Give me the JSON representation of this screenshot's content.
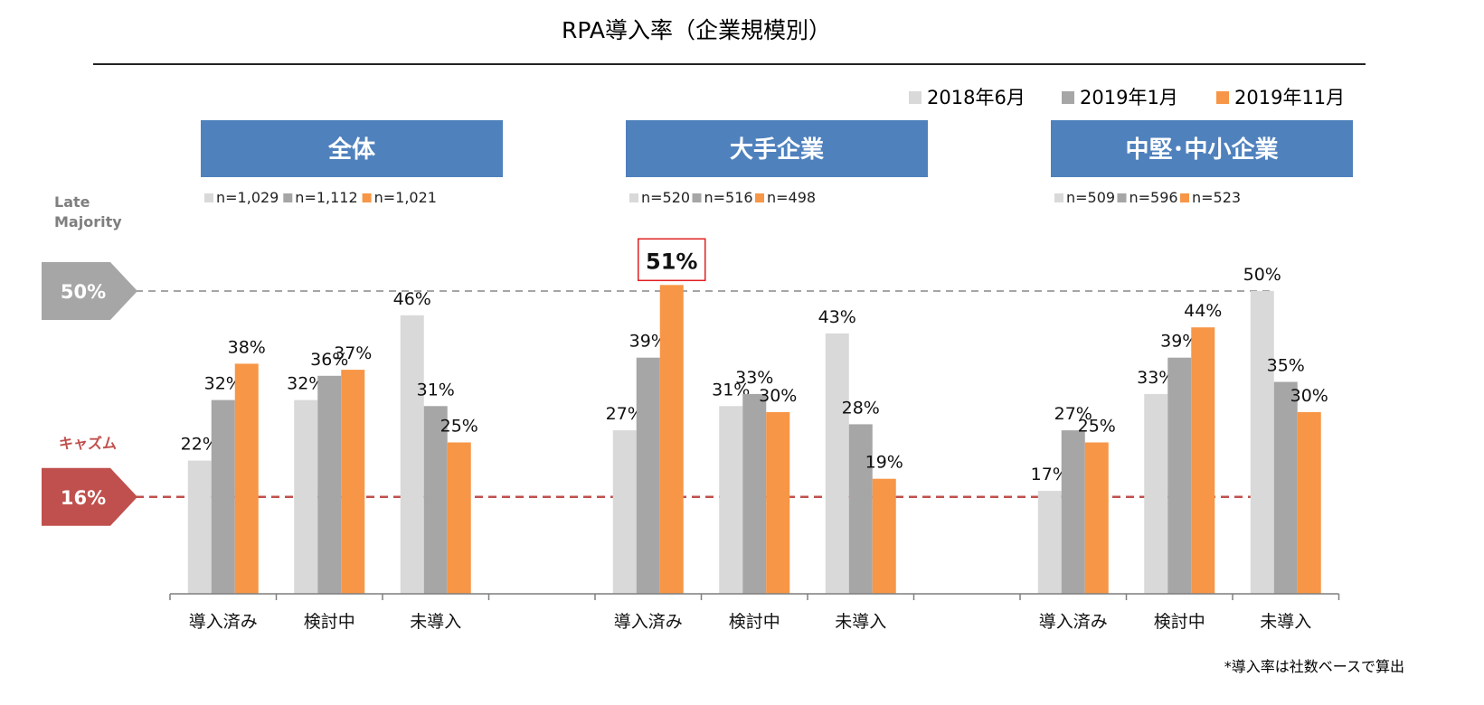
{
  "title": "RPA導入率（企業規模別）",
  "footnote": "*導入率は社数ベースで算出",
  "reference": {
    "late_majority_label_1": "Late",
    "late_majority_label_2": "Majority",
    "late_majority_value_label": "50%",
    "chasm_label": "キャズム",
    "chasm_value_label": "16%",
    "late_majority_color": "#a6a6a6",
    "chasm_color": "#c0504d"
  },
  "colors": {
    "s2018_06": "#d9d9d9",
    "s2019_01": "#a6a6a6",
    "s2019_11": "#f79646",
    "panel_header": "#4f81bd",
    "highlight_box": "#e02020"
  },
  "highlight_label": "51%",
  "chart_data": {
    "type": "bar",
    "ylim": [
      0,
      60
    ],
    "reference_lines": [
      50,
      16
    ],
    "categories": [
      "導入済み",
      "検討中",
      "未導入"
    ],
    "legend": [
      "2018年6月",
      "2019年1月",
      "2019年11月"
    ],
    "panels": [
      {
        "name": "全体",
        "n_labels": [
          "n=1,029",
          "n=1,112",
          "n=1,021"
        ],
        "series": [
          {
            "name": "2018年6月",
            "values": [
              22,
              32,
              46
            ]
          },
          {
            "name": "2019年1月",
            "values": [
              32,
              36,
              31
            ]
          },
          {
            "name": "2019年11月",
            "values": [
              38,
              37,
              25
            ]
          }
        ]
      },
      {
        "name": "大手企業",
        "n_labels": [
          "n=520",
          "n=516",
          "n=498"
        ],
        "series": [
          {
            "name": "2018年6月",
            "values": [
              27,
              31,
              43
            ]
          },
          {
            "name": "2019年1月",
            "values": [
              39,
              33,
              28
            ]
          },
          {
            "name": "2019年11月",
            "values": [
              51,
              30,
              19
            ]
          }
        ]
      },
      {
        "name": "中堅･中小企業",
        "n_labels": [
          "n=509",
          "n=596",
          "n=523"
        ],
        "series": [
          {
            "name": "2018年6月",
            "values": [
              17,
              33,
              50
            ]
          },
          {
            "name": "2019年1月",
            "values": [
              27,
              39,
              35
            ]
          },
          {
            "name": "2019年11月",
            "values": [
              25,
              44,
              30
            ]
          }
        ]
      }
    ]
  }
}
